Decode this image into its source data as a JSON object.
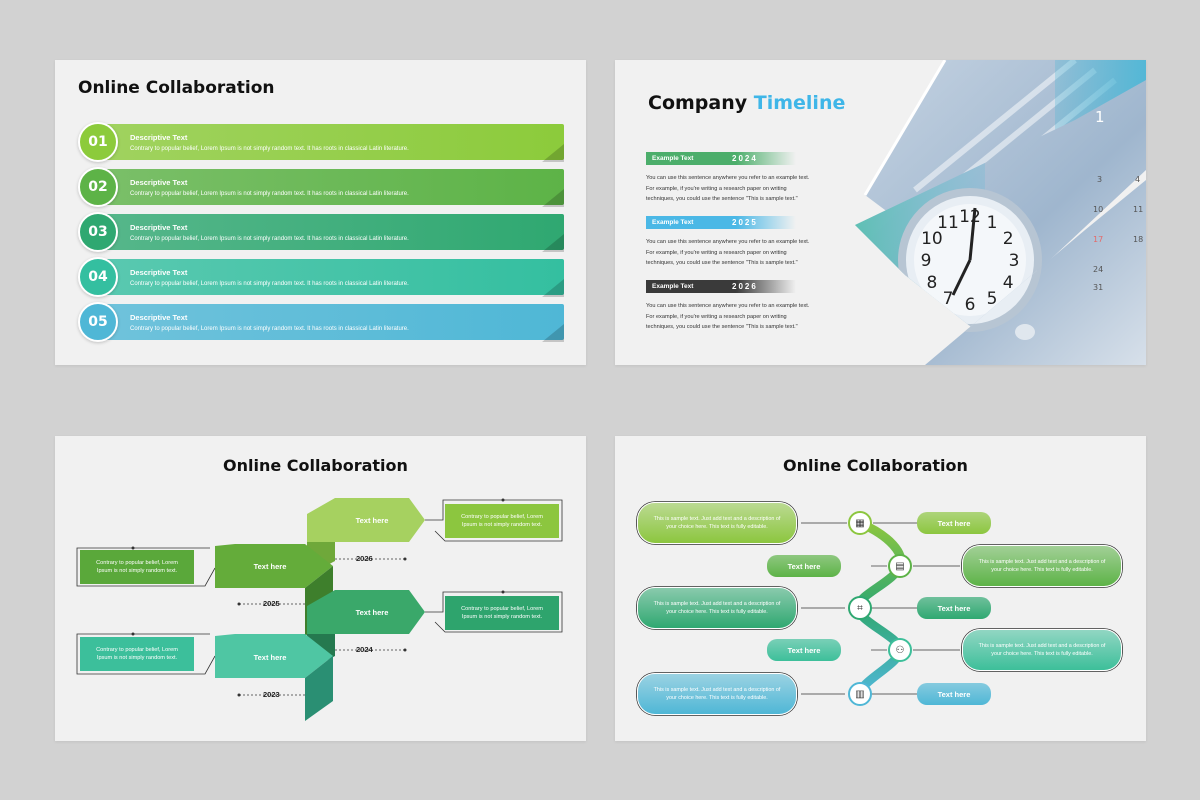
{
  "slide1": {
    "title": "Online Collaboration",
    "rows": [
      {
        "num": "01",
        "heading": "Descriptive Text",
        "body": "Contrary to popular belief, Lorem Ipsum is not simply random text. It has roots in classical Latin literature.",
        "color": "#8ccb3b"
      },
      {
        "num": "02",
        "heading": "Descriptive Text",
        "body": "Contrary to popular belief, Lorem Ipsum is not simply random text. It has roots in classical Latin literature.",
        "color": "#5db347"
      },
      {
        "num": "03",
        "heading": "Descriptive Text",
        "body": "Contrary to popular belief, Lorem Ipsum is not simply random text. It has roots in classical Latin literature.",
        "color": "#2fa871"
      },
      {
        "num": "04",
        "heading": "Descriptive Text",
        "body": "Contrary to popular belief, Lorem Ipsum is not simply random text. It has roots in classical Latin literature.",
        "color": "#34bfa0"
      },
      {
        "num": "05",
        "heading": "Descriptive Text",
        "body": "Contrary to popular belief, Lorem Ipsum is not simply random text. It has roots in classical Latin literature.",
        "color": "#4fb7d6"
      }
    ]
  },
  "slide2": {
    "title_part1": "Company",
    "title_part2": "Timeline",
    "accent": "#3fb6e8",
    "entries": [
      {
        "label": "Example Text",
        "year": "2024",
        "color": "#4cae6b",
        "body": [
          "You can use this sentence anywhere you refer to an example text.",
          "For example, if you're writing a research paper on writing",
          "techniques, you could use the sentence \"This is sample text.\""
        ]
      },
      {
        "label": "Example Text",
        "year": "2025",
        "color": "#4bb8e6",
        "body": [
          "You can use this sentence anywhere you refer to an example text.",
          "For example, if you're writing a research paper on writing",
          "techniques, you could use the sentence \"This is sample text.\""
        ]
      },
      {
        "label": "Example Text",
        "year": "2026",
        "color": "#3a3a3a",
        "body": [
          "You can use this sentence anywhere you refer to an example text.",
          "For example, if you're writing a research paper on writing",
          "techniques, you could use the sentence \"This is sample text.\""
        ]
      }
    ],
    "clock_numbers": [
      "12",
      "1",
      "2",
      "3",
      "4",
      "5",
      "6",
      "7",
      "8",
      "9",
      "10",
      "11"
    ],
    "calendar_numbers": [
      "1",
      "3",
      "10",
      "17",
      "24",
      "31",
      "4",
      "11",
      "18"
    ]
  },
  "slide3": {
    "title": "Online Collaboration",
    "arrows": [
      {
        "label": "Text here",
        "year": "2026",
        "color": "#8cc63f"
      },
      {
        "label": "Text here",
        "year": "2025",
        "color": "#5aa83a"
      },
      {
        "label": "Text here",
        "year": "2024",
        "color": "#2ea46d"
      },
      {
        "label": "Text here",
        "year": "2023",
        "color": "#3cbf9b"
      }
    ],
    "boxes": [
      {
        "text": "Contrary to popular belief, Lorem Ipsum is not simply random text.",
        "color": "#8cc63f"
      },
      {
        "text": "Contrary to popular belief, Lorem Ipsum is not simply random text.",
        "color": "#5aa83a"
      },
      {
        "text": "Contrary to popular belief, Lorem Ipsum is not simply random text.",
        "color": "#2ea46d"
      },
      {
        "text": "Contrary to popular belief, Lorem Ipsum is not simply random text.",
        "color": "#3cbf9b"
      }
    ]
  },
  "slide4": {
    "title": "Online Collaboration",
    "pill_text": "This is sample text. Just add text and a description of your choice here. This text is fully editable.",
    "text_here": "Text here",
    "node_icons": [
      "calendar-icon",
      "presentation-icon",
      "network-icon",
      "team-icon",
      "certificate-icon"
    ],
    "colors": [
      "#8cc63f",
      "#5db347",
      "#2fa871",
      "#3dbf9a",
      "#4fb7d6"
    ]
  }
}
